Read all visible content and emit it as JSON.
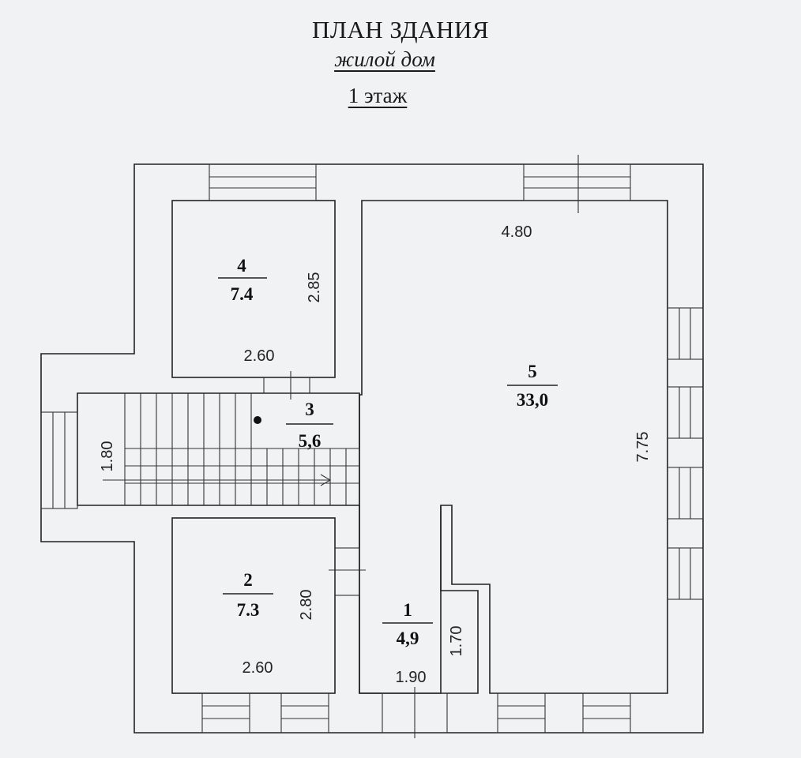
{
  "header": {
    "title": "ПЛАН ЗДАНИЯ",
    "subtitle": "жилой дом",
    "floor": "1 этаж"
  },
  "rooms": [
    {
      "number": "1",
      "area": "4,9"
    },
    {
      "number": "2",
      "area": "7.3"
    },
    {
      "number": "3",
      "area": "5,6"
    },
    {
      "number": "4",
      "area": "7.4"
    },
    {
      "number": "5",
      "area": "33,0"
    }
  ],
  "dimensions": {
    "room4_height": "2.85",
    "room4_width": "2.60",
    "room5_width": "4.80",
    "room5_height": "7.75",
    "stair_height": "1.80",
    "room2_height": "2.80",
    "room2_width": "2.60",
    "room1_width": "1.90",
    "room1_height": "1.70"
  },
  "colors": {
    "background": "#f1f2f4",
    "lines": "#222222"
  }
}
